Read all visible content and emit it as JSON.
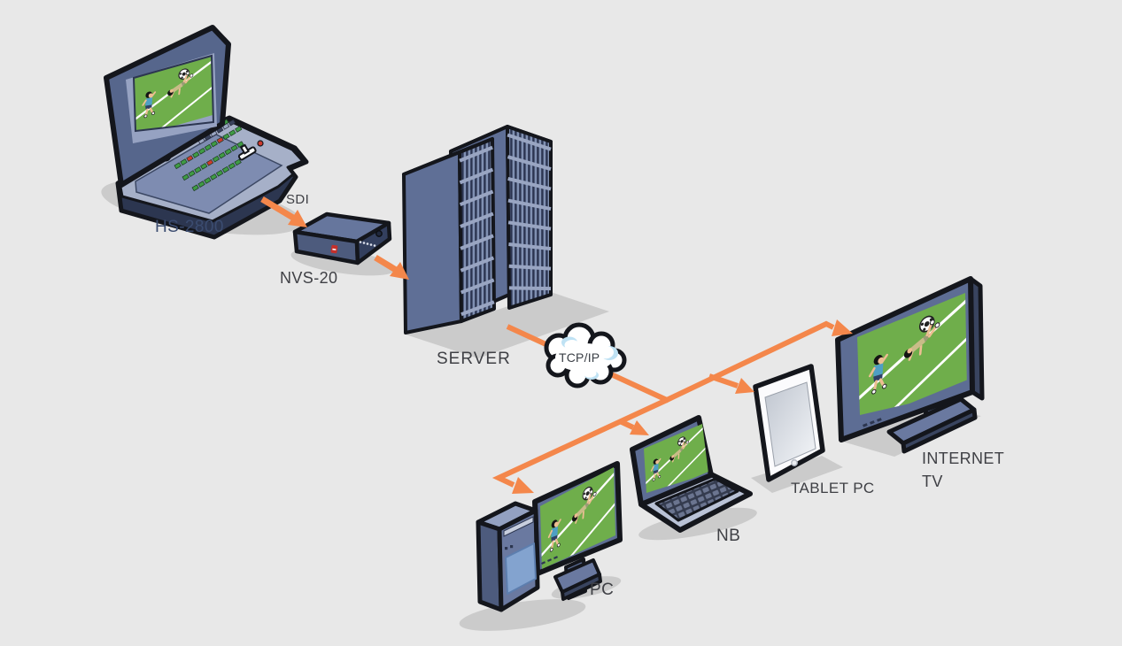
{
  "diagram": {
    "description": "Live sports video streaming workflow diagram",
    "screens_show": "soccer match scene",
    "nodes": [
      {
        "id": "hs2800",
        "label": "HS-2800",
        "type": "portable-video-studio"
      },
      {
        "id": "nvs20",
        "label": "NVS-20",
        "type": "streaming-encoder"
      },
      {
        "id": "server",
        "label": "SERVER",
        "type": "server-rack"
      },
      {
        "id": "cloud",
        "label": "TCP/IP",
        "type": "network-cloud"
      },
      {
        "id": "pc",
        "label": "PC",
        "type": "desktop-computer"
      },
      {
        "id": "nb",
        "label": "NB",
        "type": "notebook"
      },
      {
        "id": "tablet",
        "label": "TABLET PC",
        "type": "tablet"
      },
      {
        "id": "tv",
        "label": "INTERNET TV",
        "type": "television"
      }
    ],
    "connections": [
      {
        "from": "hs2800",
        "to": "nvs20",
        "label": "SDI"
      },
      {
        "from": "nvs20",
        "to": "server",
        "label": ""
      },
      {
        "from": "server",
        "to": "cloud",
        "label": ""
      },
      {
        "from": "cloud",
        "to": "pc",
        "label": ""
      },
      {
        "from": "cloud",
        "to": "nb",
        "label": ""
      },
      {
        "from": "cloud",
        "to": "tablet",
        "label": ""
      },
      {
        "from": "cloud",
        "to": "tv",
        "label": ""
      }
    ],
    "colors": {
      "background": "#e8e8e8",
      "arrow_orange": "#f4874b",
      "device_blue": "#5d6d94",
      "device_light": "#93a1c1",
      "device_dark": "#39445f",
      "screen_green": "#6fae4b",
      "cloud_accent": "#bfe2f4",
      "outline": "#14161c",
      "shadow": "#cbcbcb",
      "label": "#3f4045",
      "hs_label": "#3b4c70"
    }
  }
}
